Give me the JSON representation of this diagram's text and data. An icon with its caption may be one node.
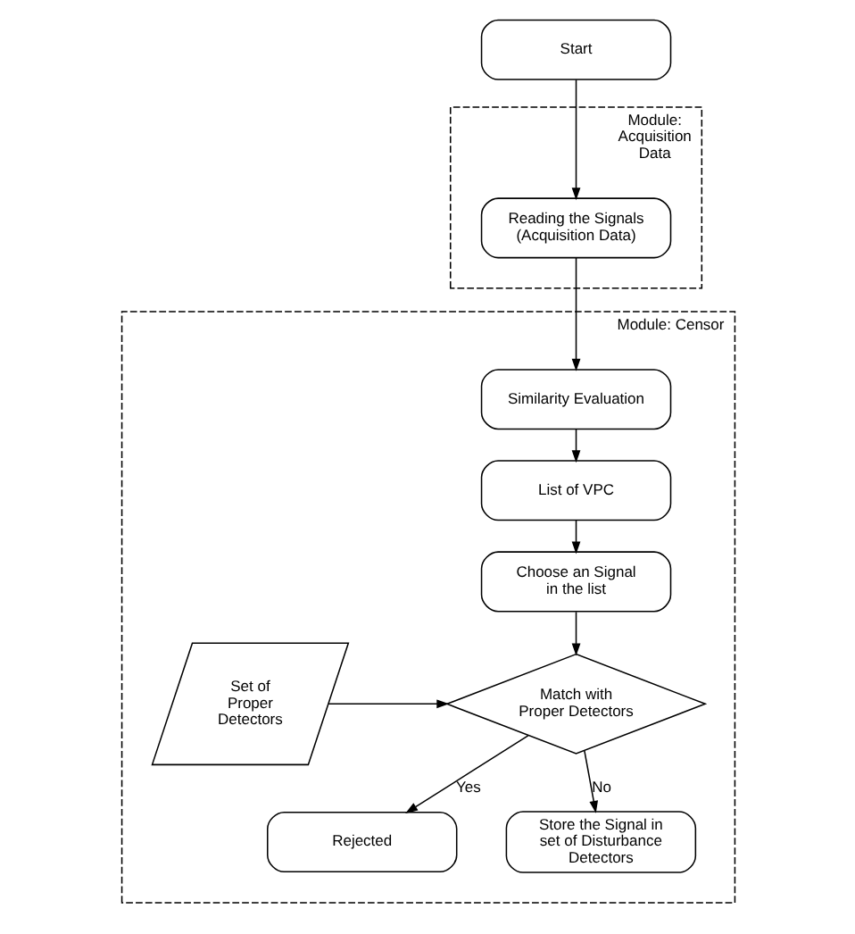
{
  "diagram": {
    "nodes": [
      {
        "text": [
          "Start"
        ]
      },
      {
        "text": [
          "Module: Acquisition Data"
        ]
      },
      {
        "text": [
          "Reading the Signals (Acquisition Data)"
        ],
        "in": 1
      },
      {
        "text": [
          "Module: Censor"
        ]
      },
      {
        "text": [
          "Similarity Evaluation"
        ],
        "in": 3
      },
      {
        "text": [
          "List of VPC"
        ],
        "in": 3
      },
      {
        "text": [
          "Choose an Signal in the list"
        ],
        "in": 3
      },
      {
        "text": [
          "Match with Proper Detectors"
        ],
        "in": 3
      },
      {
        "text": [
          "Set of Proper Detectors"
        ],
        "in": 3
      },
      {
        "text": [
          "Rejected"
        ],
        "in": 3
      },
      {
        "text": [
          "Store the Signal in set of Disturbance Detectors"
        ],
        "in": 3
      }
    ],
    "edges": [
      {
        "from": 0,
        "to": 2,
        "arrow": "to"
      },
      {
        "from": 2,
        "to": 4,
        "arrow": "to"
      },
      {
        "from": 4,
        "to": 5,
        "arrow": "to"
      },
      {
        "from": 5,
        "to": 6,
        "arrow": "to"
      },
      {
        "from": 6,
        "to": 7,
        "arrow": "to"
      },
      {
        "from": 8,
        "to": 7,
        "arrow": "to"
      },
      {
        "from": 7,
        "to": 9,
        "label": "Yes",
        "arrow": "to"
      },
      {
        "from": 7,
        "to": 10,
        "label": "No",
        "arrow": "to"
      }
    ]
  }
}
